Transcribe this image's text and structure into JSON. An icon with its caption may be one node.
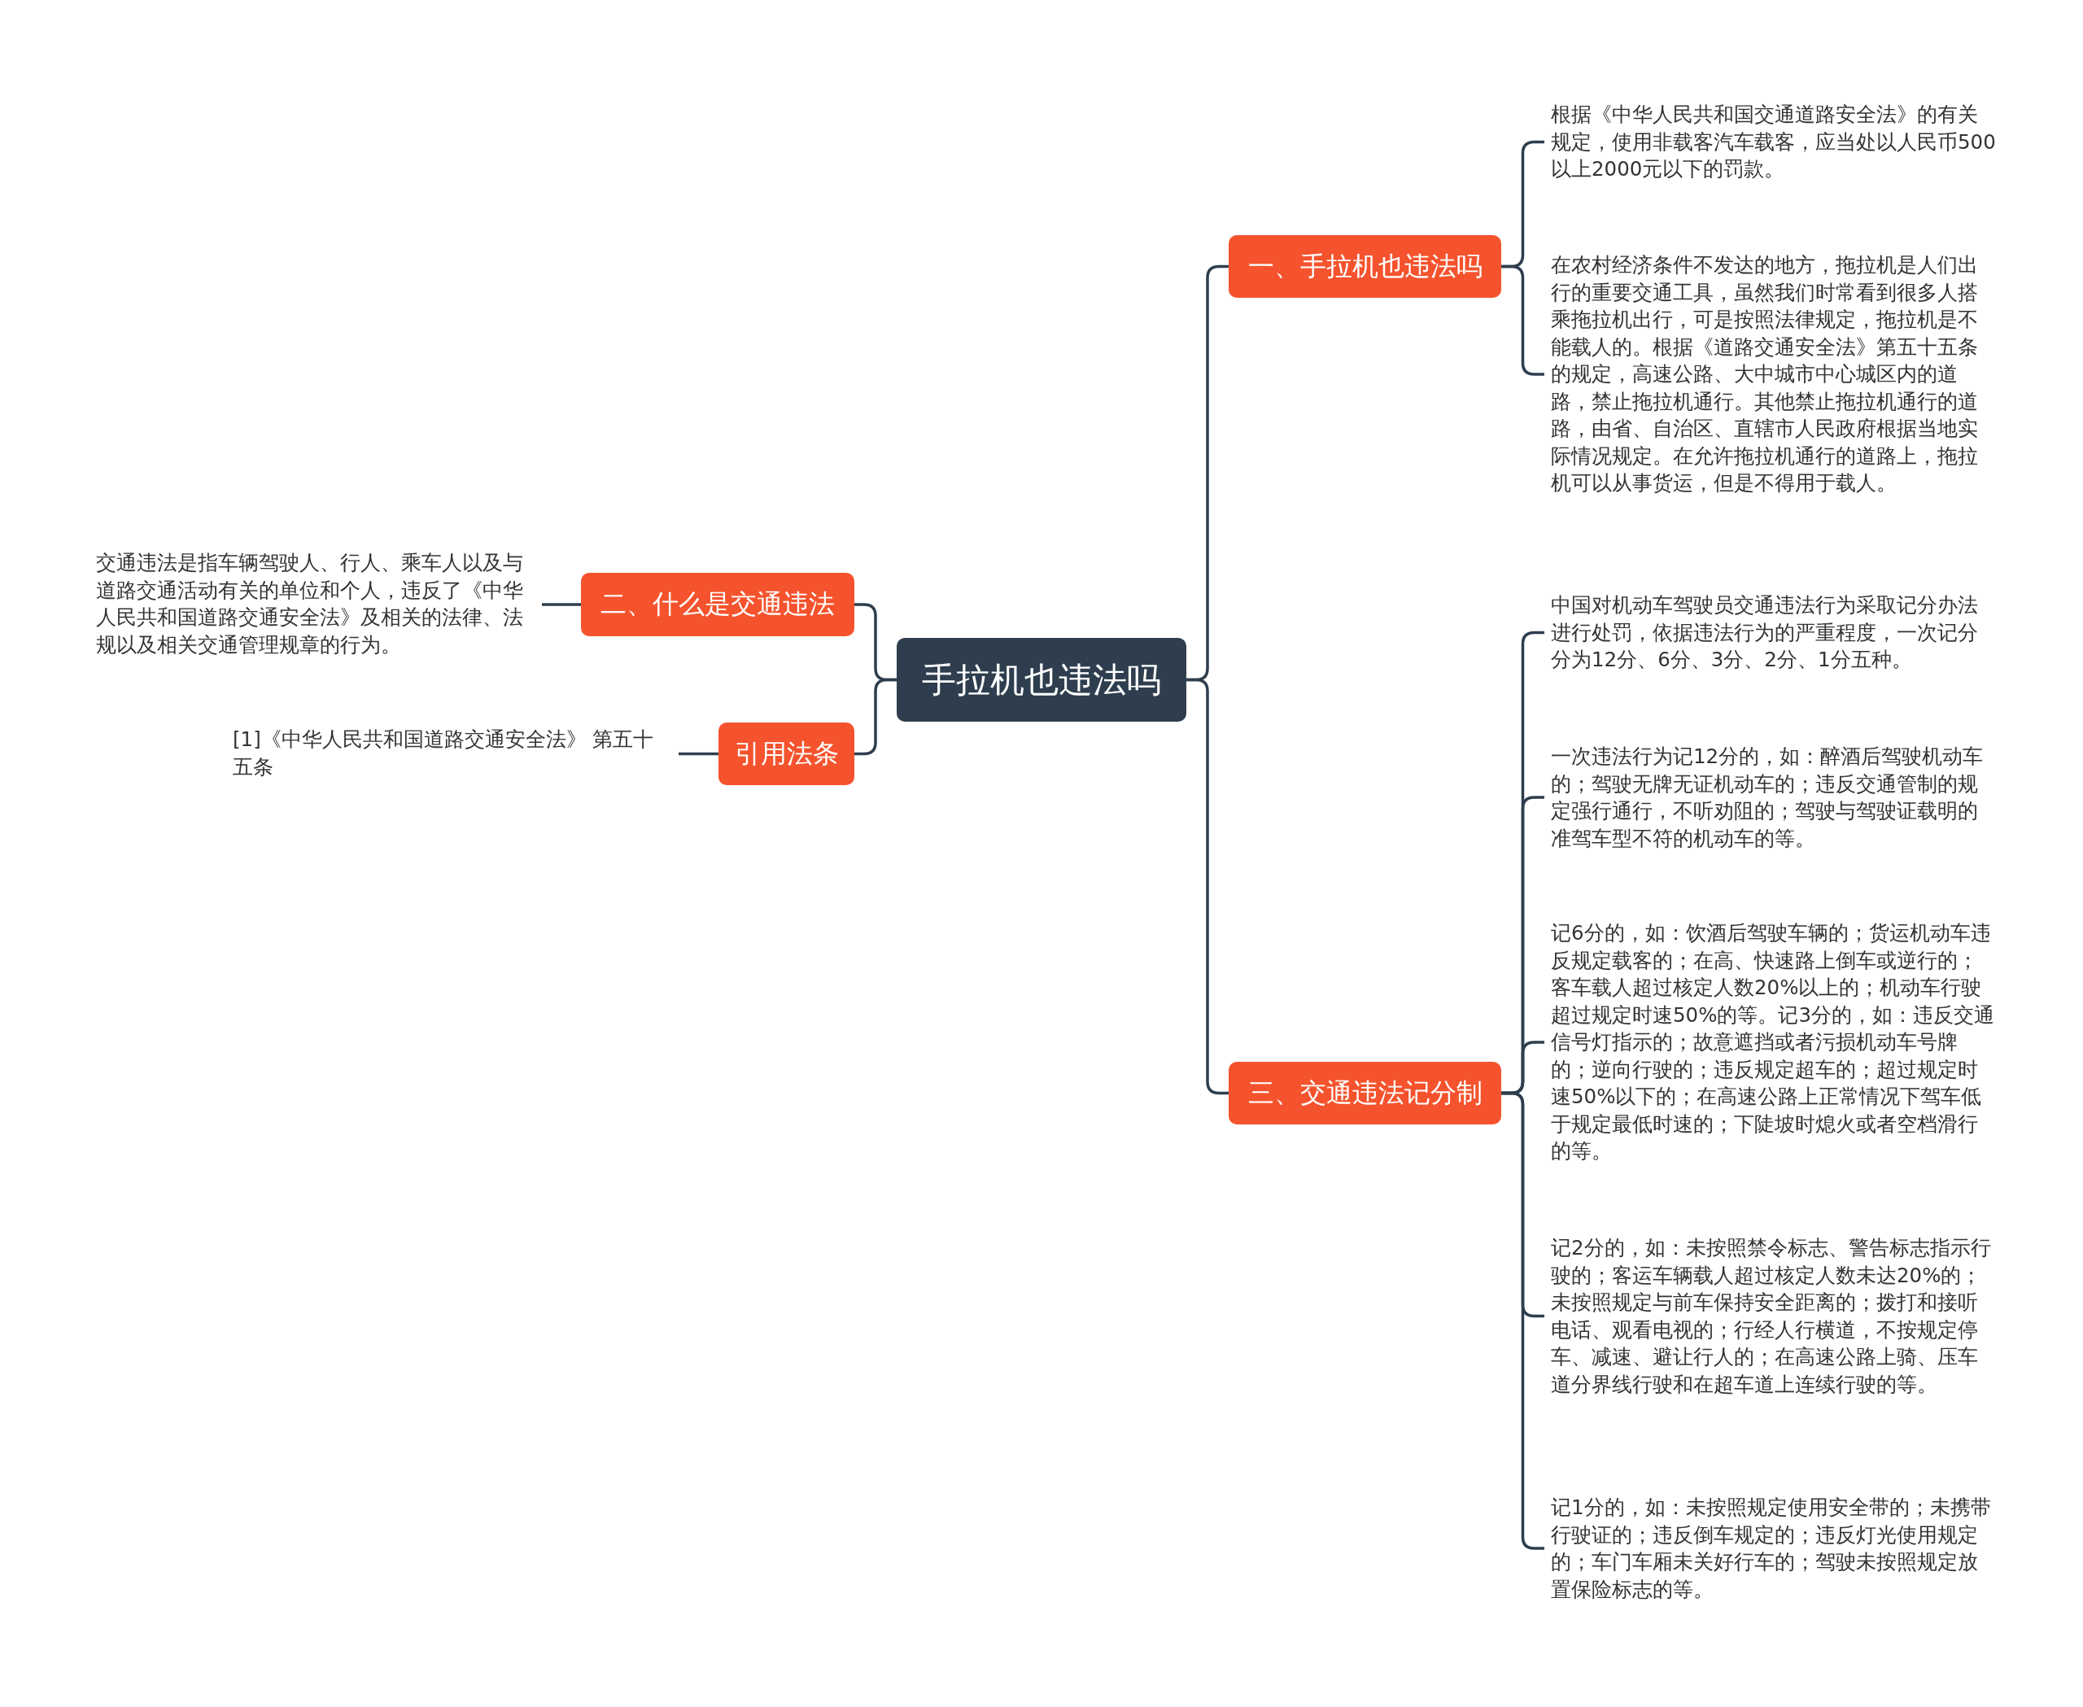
{
  "diagram": {
    "nodes": [
      {
        "text": [
          "手拉机也违法吗"
        ]
      },
      {
        "text": [
          "一、手拉机也违法吗"
        ]
      },
      {
        "text": [
          "二、什么是交通违法"
        ]
      },
      {
        "text": [
          "引用法条"
        ]
      },
      {
        "text": [
          "三、交通违法记分制"
        ]
      },
      {
        "text": [
          "根据《中华人民共和国交通道路安全法》的有关规定，使用非载客汽车载客，应当处以人民币500以上2000元以下的罚款。"
        ]
      },
      {
        "text": [
          "在农村经济条件不发达的地方，拖拉机是人们出行的重要交通工具，虽然我们时常看到很多人搭乘拖拉机出行，可是按照法律规定，拖拉机是不能载人的。根据《道路交通安全法》第五十五条的规定，高速公路、大中城市中心城区内的道路，禁止拖拉机通行。其他禁止拖拉机通行的道路，由省、自治区、直辖市人民政府根据当地实际情况规定。在允许拖拉机通行的道路上，拖拉机可以从事货运，但是不得用于载人。"
        ]
      },
      {
        "text": [
          "中国对机动车驾驶员交通违法行为采取记分办法进行处罚，依据违法行为的严重程度，一次记分分为12分、6分、3分、2分、1分五种。"
        ]
      },
      {
        "text": [
          "一次违法行为记12分的，如：醉酒后驾驶机动车的；驾驶无牌无证机动车的；违反交通管制的规定强行通行，不听劝阻的；驾驶与驾驶证载明的准驾车型不符的机动车的等。"
        ]
      },
      {
        "text": [
          "记6分的，如：饮酒后驾驶车辆的；货运机动车违反规定载客的；在高、快速路上倒车或逆行的；客车载人超过核定人数20%以上的；机动车行驶超过规定时速50%的等。记3分的，如：违反交通信号灯指示的；故意遮挡或者污损机动车号牌的；逆向行驶的；违反规定超车的；超过规定时速50%以下的；在高速公路上正常情况下驾车低于规定最低时速的；下陡坡时熄火或者空档滑行的等。"
        ]
      },
      {
        "text": [
          "记2分的，如：未按照禁令标志、警告标志指示行驶的；客运车辆载人超过核定人数未达20%的；未按照规定与前车保持安全距离的；拨打和接听电话、观看电视的；行经人行横道，不按规定停车、减速、避让行人的；在高速公路上骑、压车道分界线行驶和在超车道上连续行驶的等。"
        ]
      },
      {
        "text": [
          "记1分的，如：未按照规定使用安全带的；未携带行驶证的；违反倒车规定的；违反灯光使用规定的；车门车厢未关好行车的；驾驶未按照规定放置保险标志的等。"
        ]
      },
      {
        "text": [
          "交通违法是指车辆驾驶人、行人、乘车人以及与道路交通活动有关的单位和个人，违反了《中华人民共和国道路交通安全法》及相关的法律、法规以及相关交通管理规章的行为。"
        ]
      },
      {
        "text": [
          "[1]《中华人民共和国道路交通安全法》 第五十五条"
        ]
      }
    ],
    "edges": [
      {
        "from": 0,
        "to": 1,
        "arrow": "none"
      },
      {
        "from": 0,
        "to": 2,
        "arrow": "none"
      },
      {
        "from": 0,
        "to": 3,
        "arrow": "none"
      },
      {
        "from": 0,
        "to": 4,
        "arrow": "none"
      },
      {
        "from": 1,
        "to": 5,
        "arrow": "none"
      },
      {
        "from": 1,
        "to": 6,
        "arrow": "none"
      },
      {
        "from": 4,
        "to": 7,
        "arrow": "none"
      },
      {
        "from": 4,
        "to": 8,
        "arrow": "none"
      },
      {
        "from": 4,
        "to": 9,
        "arrow": "none"
      },
      {
        "from": 4,
        "to": 10,
        "arrow": "none"
      },
      {
        "from": 4,
        "to": 11,
        "arrow": "none"
      },
      {
        "from": 2,
        "to": 12,
        "arrow": "none"
      },
      {
        "from": 3,
        "to": 13,
        "arrow": "none"
      }
    ]
  }
}
